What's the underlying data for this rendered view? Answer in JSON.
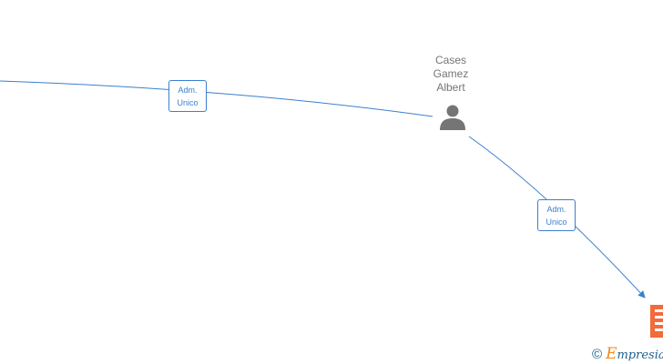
{
  "person": {
    "name_lines": [
      "Cases",
      "Gamez",
      "Albert"
    ],
    "icon": "person-icon"
  },
  "edges": [
    {
      "label_lines": [
        "Adm.",
        "Unico"
      ]
    },
    {
      "label_lines": [
        "Adm.",
        "Unico"
      ]
    }
  ],
  "company": {
    "icon": "building-icon"
  },
  "watermark": {
    "copyright_symbol": "©",
    "brand_initial": "E",
    "brand_rest": "mpresia"
  },
  "colors": {
    "edge": "#3a7fd0",
    "person": "#757575",
    "company": "#f26b3a",
    "brand_orange": "#f08a1c",
    "brand_blue": "#1f5f8f"
  }
}
